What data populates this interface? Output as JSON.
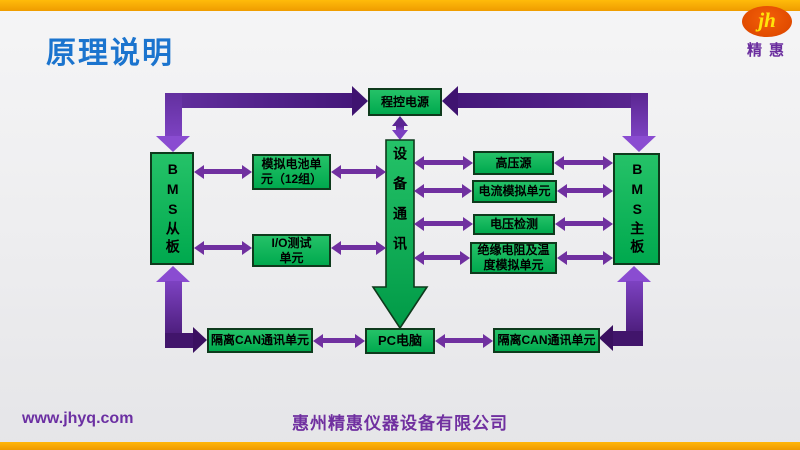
{
  "slide": {
    "title": "原理说明",
    "logo": {
      "abbr": "jh",
      "name": "精惠"
    },
    "footer": {
      "website": "www.jhyq.com",
      "company": "惠州精惠仪器设备有限公司"
    }
  },
  "diagram": {
    "nodes": {
      "power": "程控电源",
      "bms_slave": "BMS从板",
      "battery_sim": "模拟电池单\n元（12组）",
      "io_test": "I/O测试\n单元",
      "device_comm": "设备通讯",
      "hv_source": "高压源",
      "current_sim": "电流模拟单元",
      "voltage_detect": "电压检测",
      "insulation_sim": "绝缘电阻及温\n度模拟单元",
      "bms_main": "BMS主板",
      "can_left": "隔离CAN通讯单元",
      "pc": "PC电脑",
      "can_right": "隔离CAN通讯单元"
    },
    "colors": {
      "box_green": "#00b050",
      "box_border": "#0e3a1c",
      "arrow_purple": "#7030a0",
      "elbow_dark": "#41156b",
      "elbow_light": "#8a4cd1",
      "accent_orange": "#f6a702",
      "title_blue": "#1b74ce",
      "logo_orange": "#e04a00",
      "logo_yellow": "#ffe40a",
      "footer_purple": "#7030a0"
    }
  }
}
